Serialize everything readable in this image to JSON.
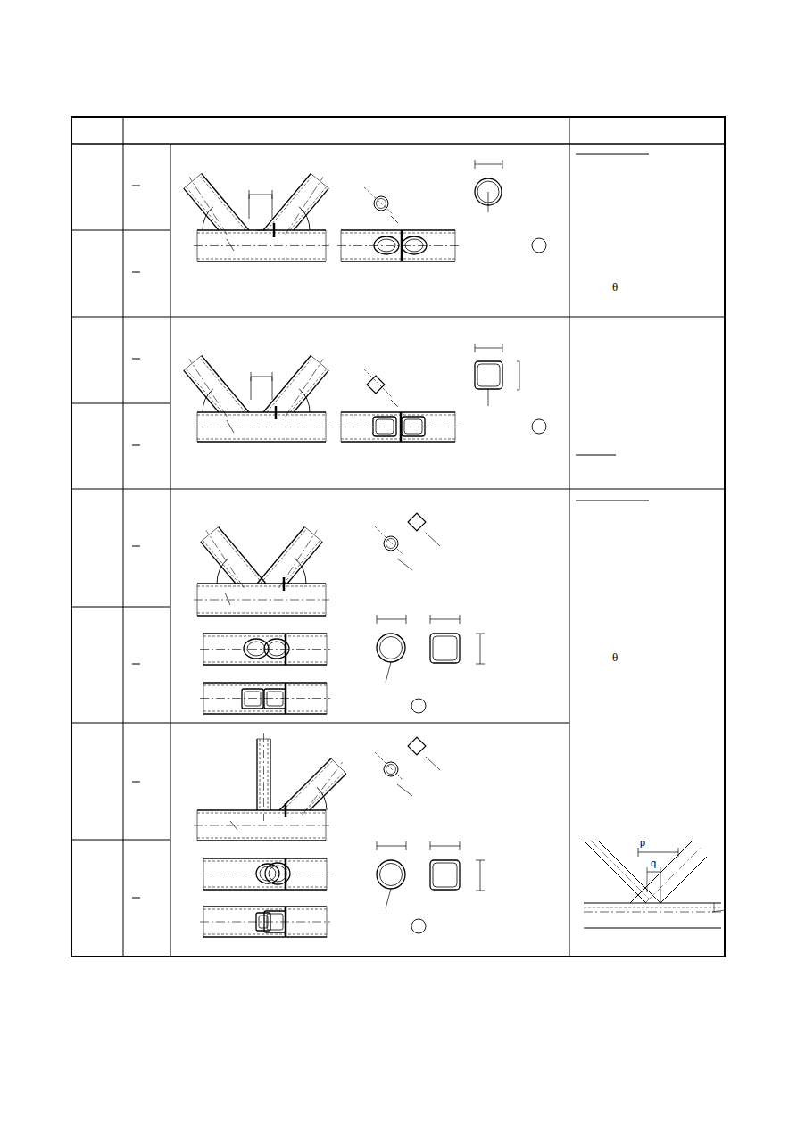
{
  "diagram": {
    "labels": [
      "θ",
      "θ",
      "p",
      "q"
    ]
  }
}
